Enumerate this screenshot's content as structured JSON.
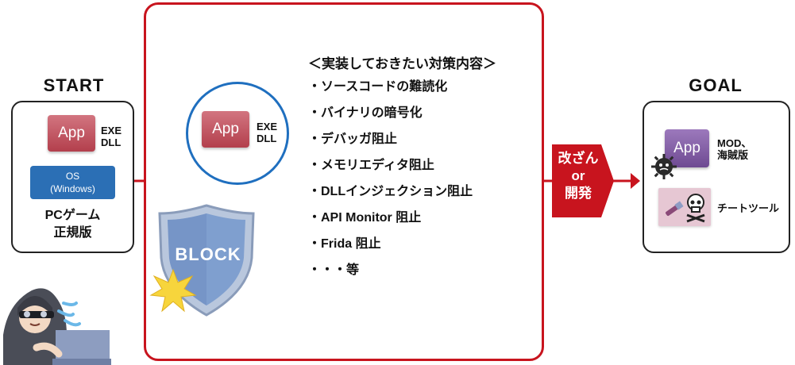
{
  "start": {
    "heading": "START",
    "app_label": "App",
    "exe": "EXE",
    "dll": "DLL",
    "os_line1": "OS",
    "os_line2": "(Windows)",
    "caption_line1": "PCゲーム",
    "caption_line2": "正規版"
  },
  "center": {
    "app_label": "App",
    "exe": "EXE",
    "dll": "DLL",
    "block_label": "BLOCK",
    "list_title": "＜実装しておきたい対策内容＞",
    "items": [
      "・ソースコードの難読化",
      "・バイナリの暗号化",
      "・デバッガ阻止",
      "・メモリエディタ阻止",
      "・DLLインジェクション阻止",
      "・API Monitor 阻止",
      "・Frida 阻止",
      "・・・等"
    ]
  },
  "arrow": {
    "line1": "改ざん",
    "line2": "or",
    "line3": "開発"
  },
  "goal": {
    "heading": "GOAL",
    "app_label": "App",
    "mod_line1": "MOD、",
    "mod_line2": "海賊版",
    "cheat_label": "チートツール"
  },
  "colors": {
    "red": "#c8141e",
    "blue": "#1f6fbf",
    "os_blue": "#2b6fb5",
    "shield_blue": "#7f9fcf",
    "star_yellow": "#f7d53c",
    "app_red": "#b8434f",
    "app_purple": "#7b559f",
    "cheat_pink": "#e6c7d3"
  },
  "icons": [
    "hacker-icon",
    "shield-icon",
    "burst-star-icon",
    "virus-icon",
    "skull-icon",
    "tool-icon"
  ]
}
